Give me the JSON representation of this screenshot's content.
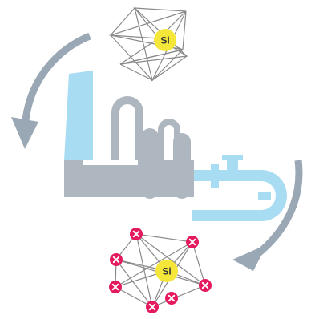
{
  "diagram": {
    "top_molecule": {
      "center_label": "Si"
    },
    "bottom_molecule": {
      "center_label": "Si",
      "substituent_icon": "x-mark-icon",
      "substituent_count": 7
    },
    "factory": {
      "icon": "factory-plant-icon"
    },
    "cycle_arrows": [
      "curved-arrow-left-down-icon",
      "curved-arrow-right-down-icon"
    ]
  },
  "colors": {
    "arrow": "#9aa7b5",
    "factory_gray": "#aeb6bf",
    "factory_blue": "#a7dcf3",
    "silicon_yellow": "#f5e63a",
    "x_mark_red": "#e5195e",
    "molecule_line": "#8a8a8a"
  }
}
